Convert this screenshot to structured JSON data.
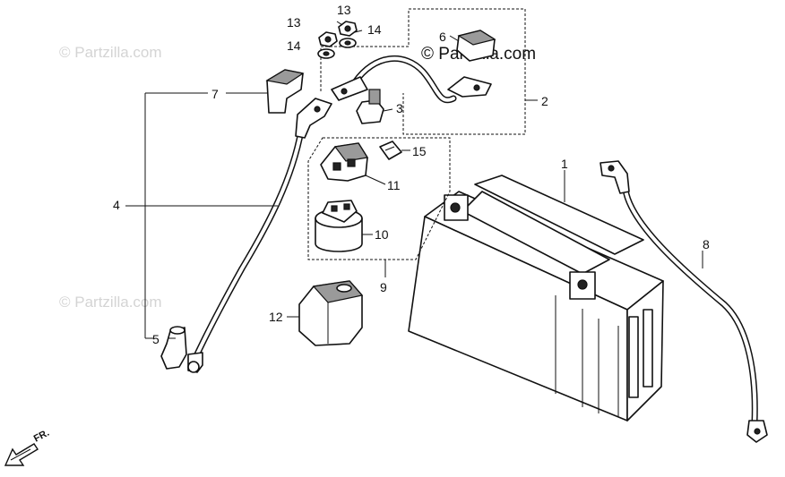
{
  "watermark": {
    "main": "© Partzilla.com",
    "faint": "© Partzilla.com"
  },
  "callouts": {
    "c1": "1",
    "c2": "2",
    "c3": "3",
    "c4": "4",
    "c5": "5",
    "c6": "6",
    "c7": "7",
    "c8": "8",
    "c9": "9",
    "c10": "10",
    "c11": "11",
    "c12": "12",
    "c13a": "13",
    "c13b": "13",
    "c14a": "14",
    "c14b": "14",
    "c15": "15"
  },
  "direction_label": "FR."
}
